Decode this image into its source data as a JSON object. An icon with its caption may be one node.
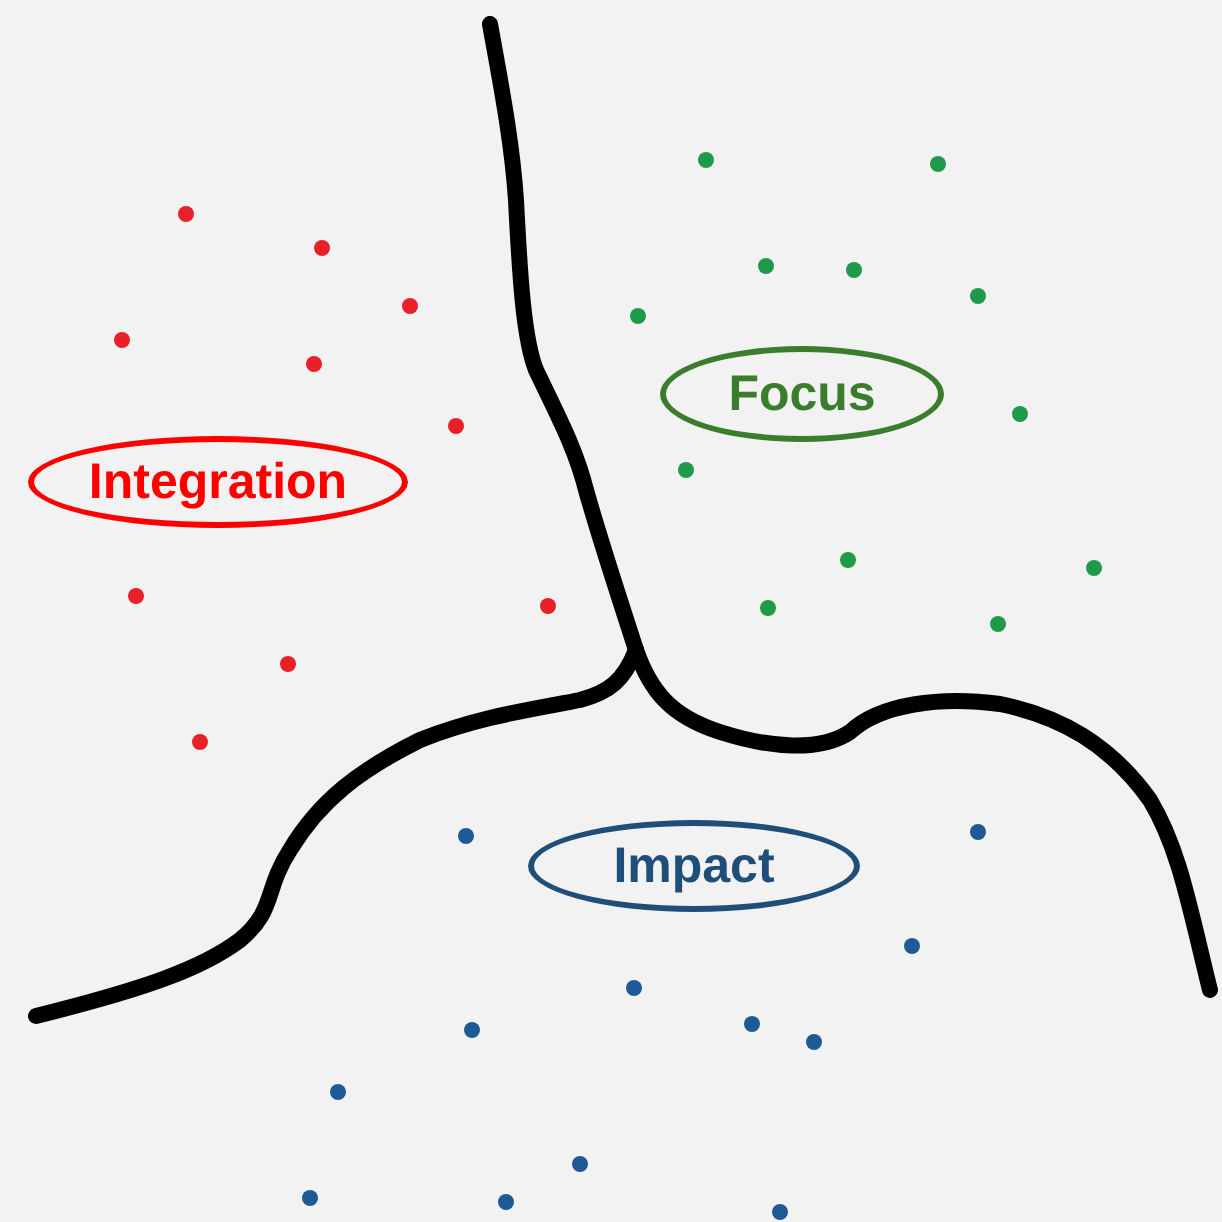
{
  "diagram": {
    "nodes": [
      {
        "text": [
          "Integration"
        ]
      },
      {
        "text": [
          "Focus"
        ]
      },
      {
        "text": [
          "Impact"
        ]
      }
    ]
  }
}
